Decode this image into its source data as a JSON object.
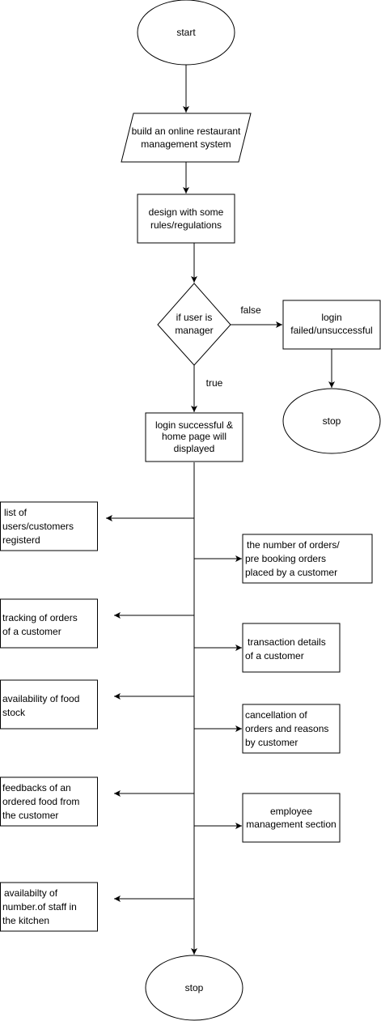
{
  "diagram": {
    "nodes": {
      "start": "start",
      "build": [
        "build an online restaurant",
        "management system"
      ],
      "design": [
        "design with some",
        "rules/regulations"
      ],
      "decision": [
        "if user is",
        "manager"
      ],
      "login_failed": [
        "login",
        "failed/unsuccessful"
      ],
      "stop_right": "stop",
      "login_success": [
        "login successful &",
        "home page will",
        "displayed"
      ],
      "list_users": [
        "list of",
        "users/customers",
        "registerd"
      ],
      "num_orders": [
        "the number of orders/",
        "pre booking orders",
        "placed by a customer"
      ],
      "tracking": [
        "tracking of orders",
        "of a customer"
      ],
      "transaction": [
        "transaction details",
        "of a customer"
      ],
      "food_stock": [
        "availability of food",
        "stock"
      ],
      "cancellation": [
        "cancellation of",
        "orders and reasons",
        "by customer"
      ],
      "feedbacks": [
        "feedbacks of an",
        "ordered food from",
        "the customer"
      ],
      "employee": [
        "employee",
        "management section"
      ],
      "staff": [
        "availabilty of",
        "number.of staff in",
        "the kitchen"
      ],
      "stop_bottom": "stop"
    },
    "edge_labels": {
      "false": "false",
      "true": "true"
    }
  }
}
